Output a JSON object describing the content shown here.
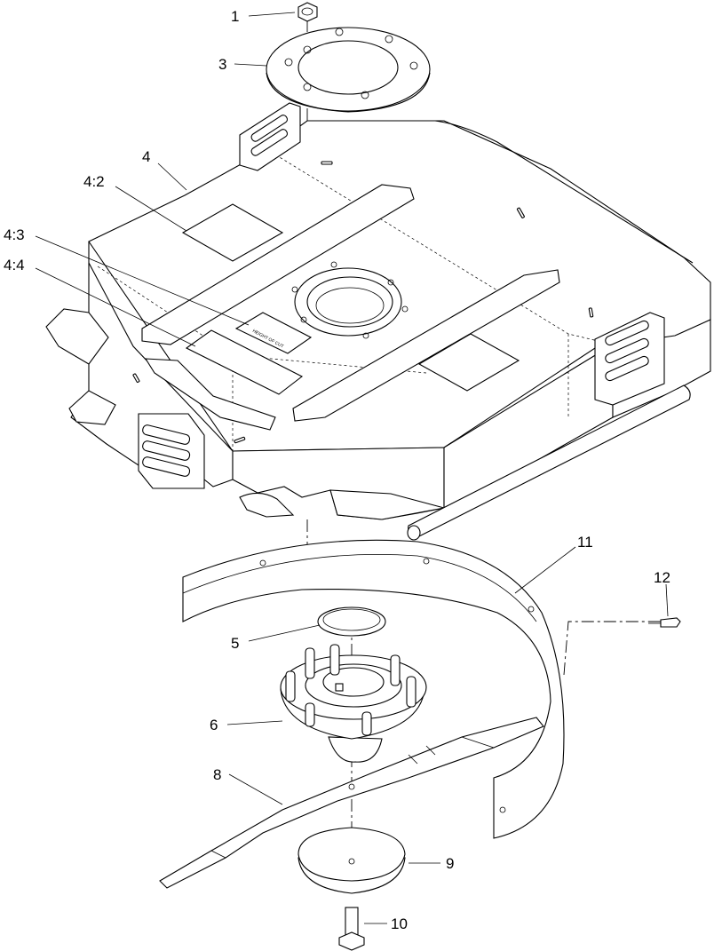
{
  "callouts": {
    "c1": "1",
    "c3": "3",
    "c4": "4",
    "c4_2": "4:2",
    "c4_3": "4:3",
    "c4_4": "4:4",
    "c5": "5",
    "c6": "6",
    "c8": "8",
    "c9": "9",
    "c10": "10",
    "c11": "11",
    "c12": "12"
  },
  "decal_text": "HEIGHT OF CUT"
}
